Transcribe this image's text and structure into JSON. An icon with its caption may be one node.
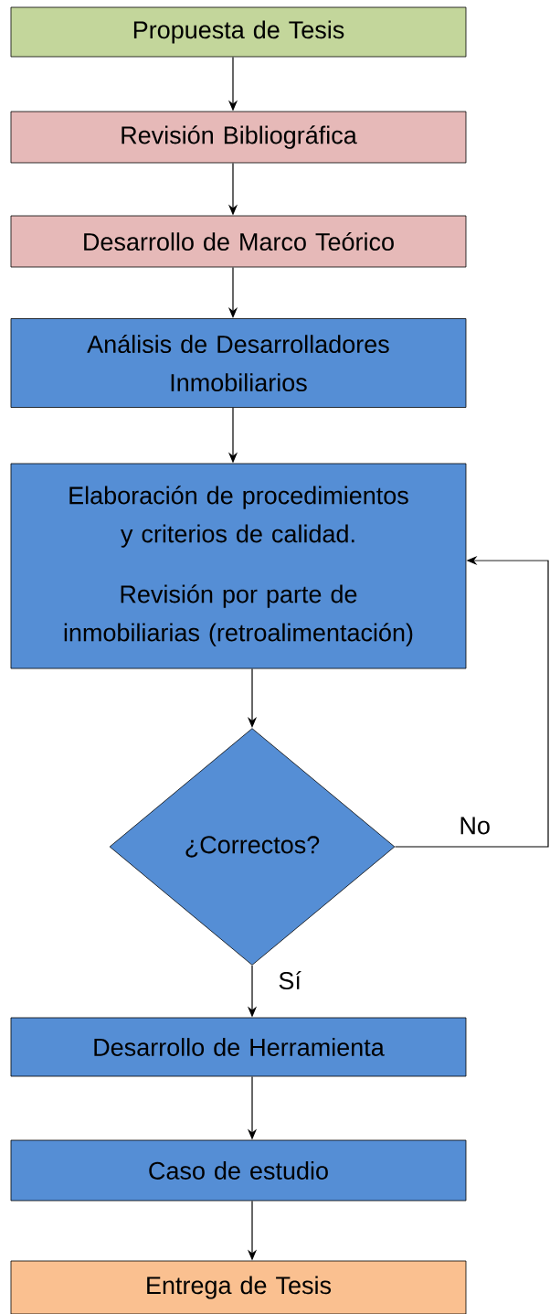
{
  "diagram": {
    "nodes": [
      {
        "text": [
          "Propuesta de Tesis"
        ]
      },
      {
        "text": [
          "Revisión Bibliográfica"
        ]
      },
      {
        "text": [
          "Desarrollo de Marco Teórico"
        ]
      },
      {
        "text": [
          "Análisis de Desarrolladores Inmobiliarios"
        ]
      },
      {
        "text": [
          "Elaboración de procedimientos y criterios de calidad.",
          "Revisión por parte de inmobiliarias (retroalimentación)"
        ]
      },
      {
        "text": [
          "¿Correctos?"
        ]
      },
      {
        "text": [
          "Desarrollo de Herramienta"
        ]
      },
      {
        "text": [
          "Caso de estudio"
        ]
      },
      {
        "text": [
          "Entrega de Tesis"
        ]
      }
    ],
    "edges": [
      {
        "from": 0,
        "to": 1,
        "arrow": "to"
      },
      {
        "from": 1,
        "to": 2,
        "arrow": "to"
      },
      {
        "from": 2,
        "to": 3,
        "arrow": "to"
      },
      {
        "from": 3,
        "to": 4,
        "arrow": "to"
      },
      {
        "from": 4,
        "to": 5,
        "arrow": "to"
      },
      {
        "from": 5,
        "to": 6,
        "label": "Sí",
        "arrow": "to"
      },
      {
        "from": 6,
        "to": 7,
        "arrow": "to"
      },
      {
        "from": 7,
        "to": 8,
        "arrow": "to"
      },
      {
        "from": 5,
        "to": 4,
        "label": "No",
        "arrow": "to"
      }
    ]
  }
}
